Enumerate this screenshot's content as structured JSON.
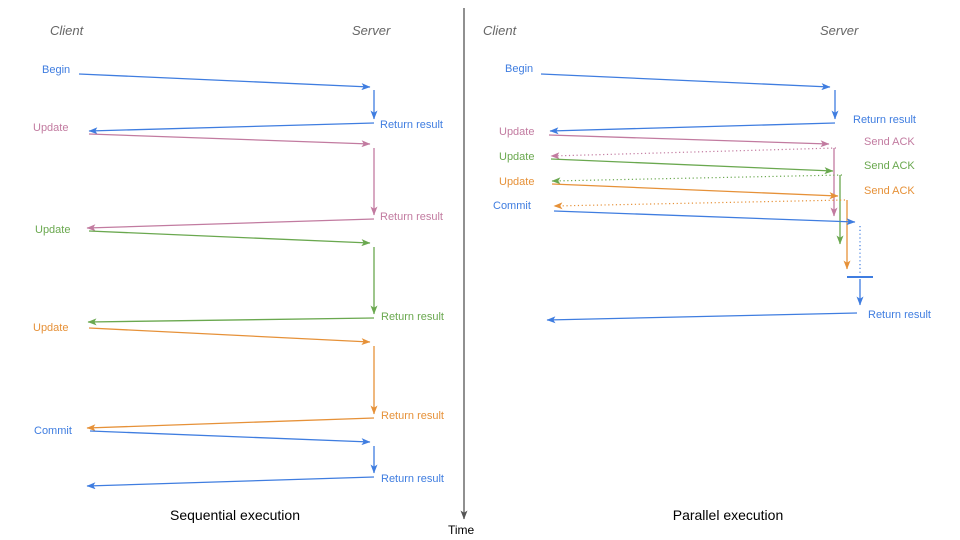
{
  "colors": {
    "blue": "#3f7de0",
    "pink": "#c27ba0",
    "green": "#6aa84f",
    "orange": "#e69138",
    "header": "#666666",
    "axis": "#555555",
    "caption": "#000000"
  },
  "time_axis": {
    "label": "Time"
  },
  "panels": [
    {
      "id": "sequential",
      "caption": "Sequential execution",
      "client_header": "Client",
      "server_header": "Server",
      "messages": [
        {
          "request": "Begin",
          "response": "Return result",
          "color": "blue"
        },
        {
          "request": "Update",
          "response": "Return result",
          "color": "pink"
        },
        {
          "request": "Update",
          "response": "Return result",
          "color": "green"
        },
        {
          "request": "Update",
          "response": "Return result",
          "color": "orange"
        },
        {
          "request": "Commit",
          "response": "Return result",
          "color": "blue"
        }
      ]
    },
    {
      "id": "parallel",
      "caption": "Parallel execution",
      "client_header": "Client",
      "server_header": "Server",
      "messages": [
        {
          "request": "Begin",
          "response": "Return result",
          "color": "blue"
        },
        {
          "request": "Update",
          "response": "Send ACK",
          "color": "pink"
        },
        {
          "request": "Update",
          "response": "Send ACK",
          "color": "green"
        },
        {
          "request": "Update",
          "response": "Send ACK",
          "color": "orange"
        },
        {
          "request": "Commit",
          "response": "Return result",
          "color": "blue"
        }
      ]
    }
  ]
}
